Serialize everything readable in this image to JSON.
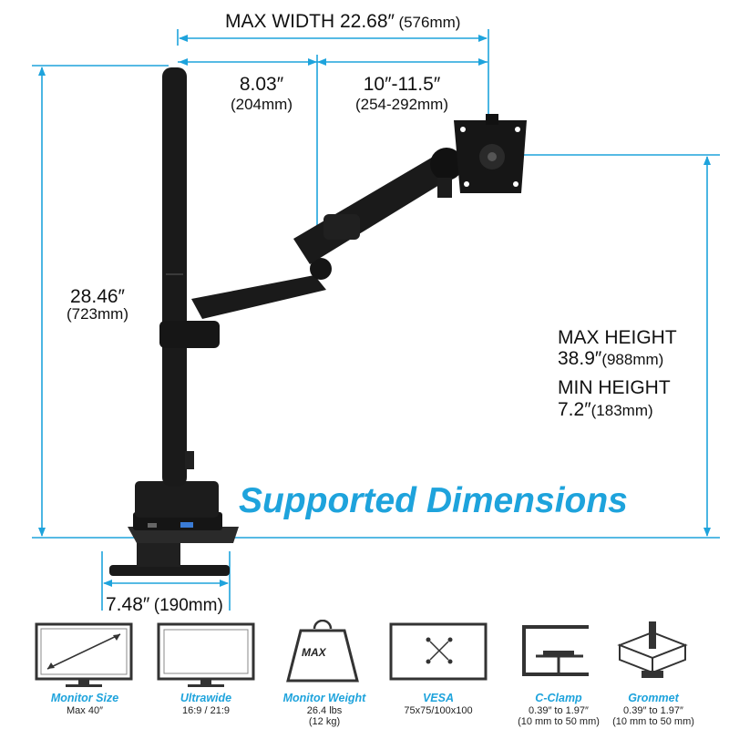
{
  "headline": "Supported Dimensions",
  "max_width": {
    "label": "MAX WIDTH 22.68″",
    "metric": "(576mm)"
  },
  "arm_segment_1": {
    "imperial": "8.03″",
    "metric": "(204mm)"
  },
  "arm_segment_2": {
    "imperial": "10″-11.5″",
    "metric": "(254-292mm)"
  },
  "pole_height": {
    "imperial": "28.46″",
    "metric": "(723mm)"
  },
  "max_height": {
    "label": "MAX HEIGHT",
    "imperial": "38.9″",
    "metric": "(988mm)"
  },
  "min_height": {
    "label": "MIN HEIGHT",
    "imperial": "7.2″",
    "metric": "(183mm)"
  },
  "base_width": {
    "imperial": "7.48″",
    "metric": "(190mm)"
  },
  "weight_badge": "MAX",
  "colors": {
    "accent": "#1ea3dc",
    "product": "#1a1a1a"
  },
  "features": [
    {
      "title": "Monitor Size",
      "icon": "diagonal-monitor-icon",
      "lines": [
        "Max 40″"
      ]
    },
    {
      "title": "Ultrawide",
      "icon": "ultrawide-monitor-icon",
      "lines": [
        "16:9 / 21:9"
      ]
    },
    {
      "title": "Monitor Weight",
      "icon": "weight-icon",
      "lines": [
        "26.4 lbs",
        "(12 kg)"
      ]
    },
    {
      "title": "VESA",
      "icon": "vesa-pattern-icon",
      "lines": [
        "75x75/100x100"
      ]
    },
    {
      "title": "C-Clamp",
      "icon": "c-clamp-icon",
      "lines": [
        "0.39″ to 1.97″",
        "(10 mm to 50 mm)"
      ]
    },
    {
      "title": "Grommet",
      "icon": "grommet-icon",
      "lines": [
        "0.39″ to 1.97″",
        "(10 mm to 50 mm)"
      ]
    }
  ]
}
